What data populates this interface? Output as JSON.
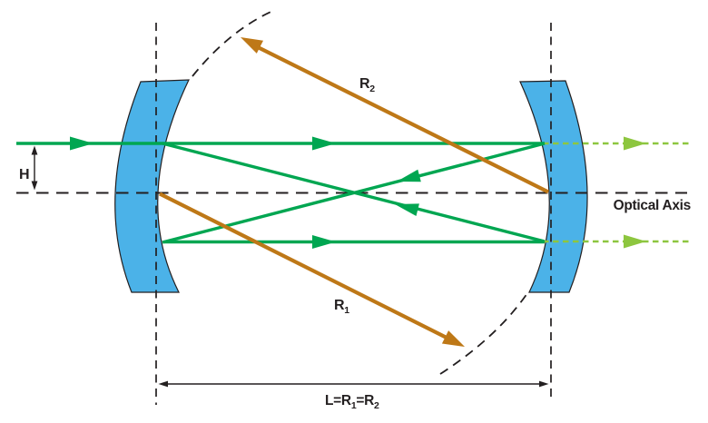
{
  "diagram": {
    "kind": "optical-resonator-ray-diagram",
    "labels": {
      "h": "H",
      "optical_axis": "Optical Axis",
      "r1": {
        "base": "R",
        "sub": "1"
      },
      "r2": {
        "base": "R",
        "sub": "2"
      },
      "cavity_length": {
        "p0": "L=R",
        "s0": "1",
        "p1": "=R",
        "s1": "2"
      }
    },
    "colors": {
      "mirror_blue": "#4BB2E8",
      "ink": "#231F20",
      "cavity_ray_green": "#00A651",
      "transmitted_ray_green": "#8DC63F",
      "radius_brown": "#BE7817"
    }
  }
}
